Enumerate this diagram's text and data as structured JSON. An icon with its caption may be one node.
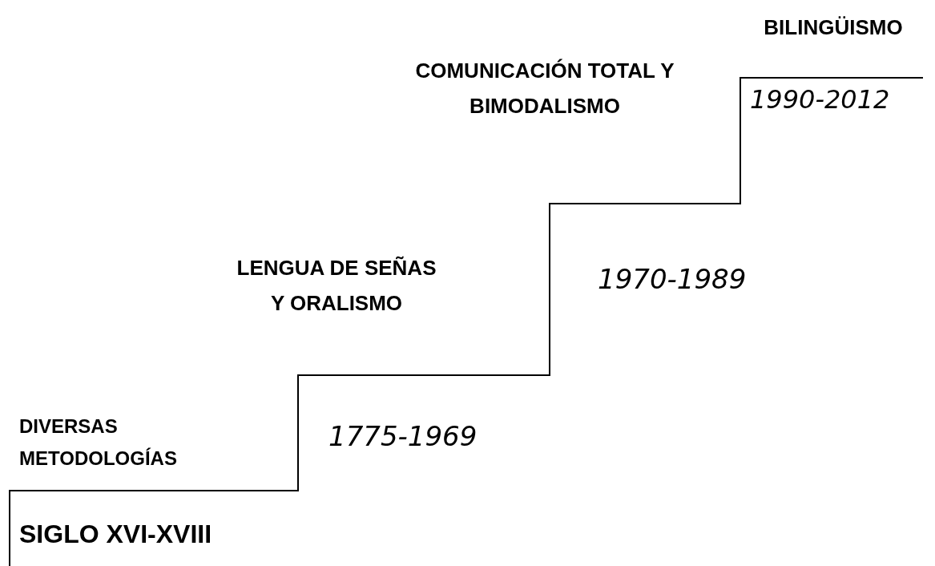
{
  "diagram": {
    "labels": [
      "BILINGÜISMO",
      "COMUNICACIÓN TOTAL Y BIMODALISMO",
      "1990-2012",
      "LENGUA DE SEÑAS Y ORALISMO",
      "1970-1989",
      "DIVERSAS METODOLOGÍAS",
      "1775-1969",
      "SIGLO XVI-XVIII"
    ]
  }
}
